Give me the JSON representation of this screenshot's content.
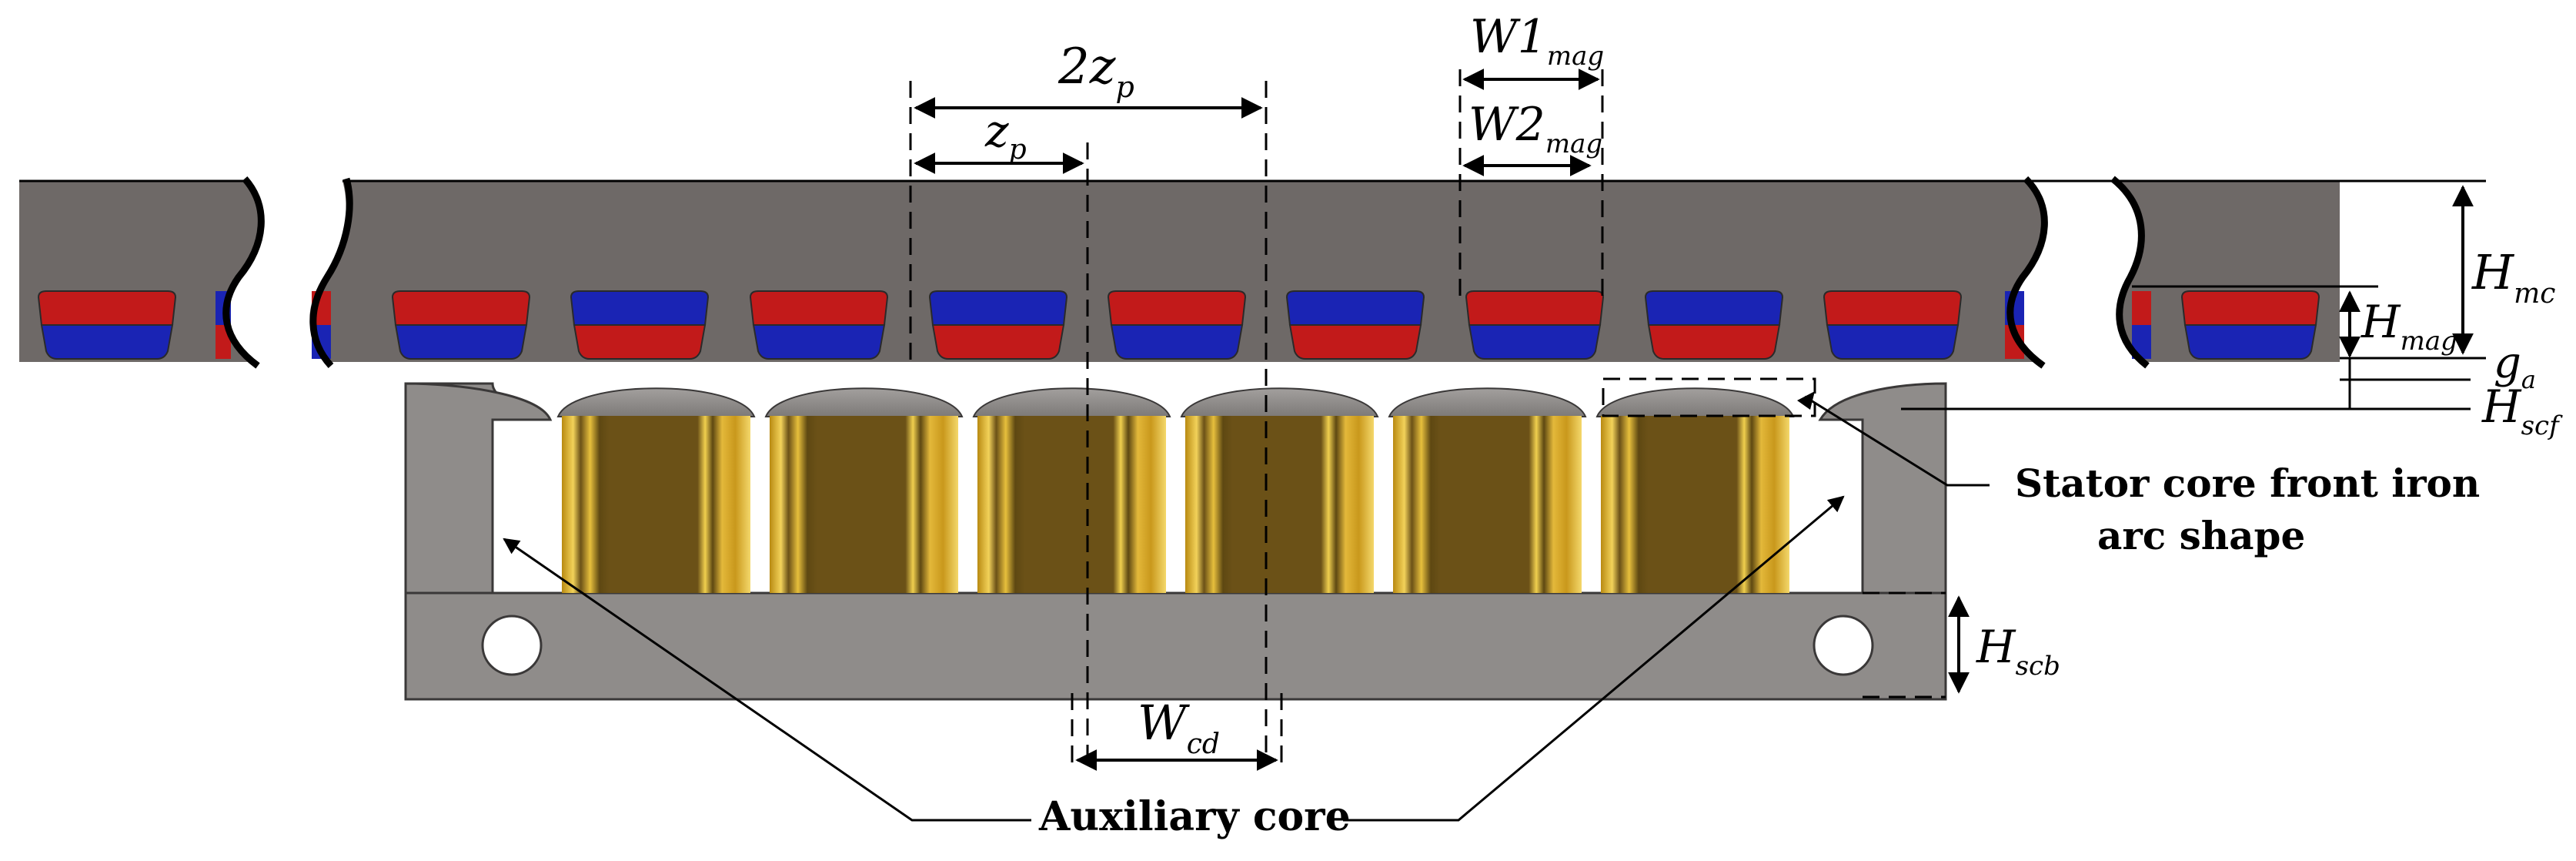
{
  "labels": {
    "two_zp": {
      "main": "2z",
      "sub": "p"
    },
    "zp": {
      "main": "z",
      "sub": "p"
    },
    "w1mag": {
      "main": "W1",
      "sub": "mag"
    },
    "w2mag": {
      "main": "W2",
      "sub": "mag"
    },
    "hmc": {
      "main": "H",
      "sub": "mc"
    },
    "hmag": {
      "main": "H",
      "sub": "mag"
    },
    "ga": {
      "main": "g",
      "sub": "a"
    },
    "hscf": {
      "main": "H",
      "sub": "scf"
    },
    "hscb": {
      "main": "H",
      "sub": "scb"
    },
    "wcd": {
      "main": "W",
      "sub": "cd"
    }
  },
  "annotations": {
    "arc_line1": "Stator core front iron",
    "arc_line2": "arc shape",
    "auxiliary": "Auxiliary core"
  },
  "colors": {
    "mover_core": "#6e6967",
    "stator_core": "#8f8c8a",
    "magnet_red": "#c21a1a",
    "magnet_blue": "#1a24b4",
    "coil_gold": "#d6a823",
    "coil_dark": "#6b5117",
    "arc_grey": "#8a8785"
  }
}
